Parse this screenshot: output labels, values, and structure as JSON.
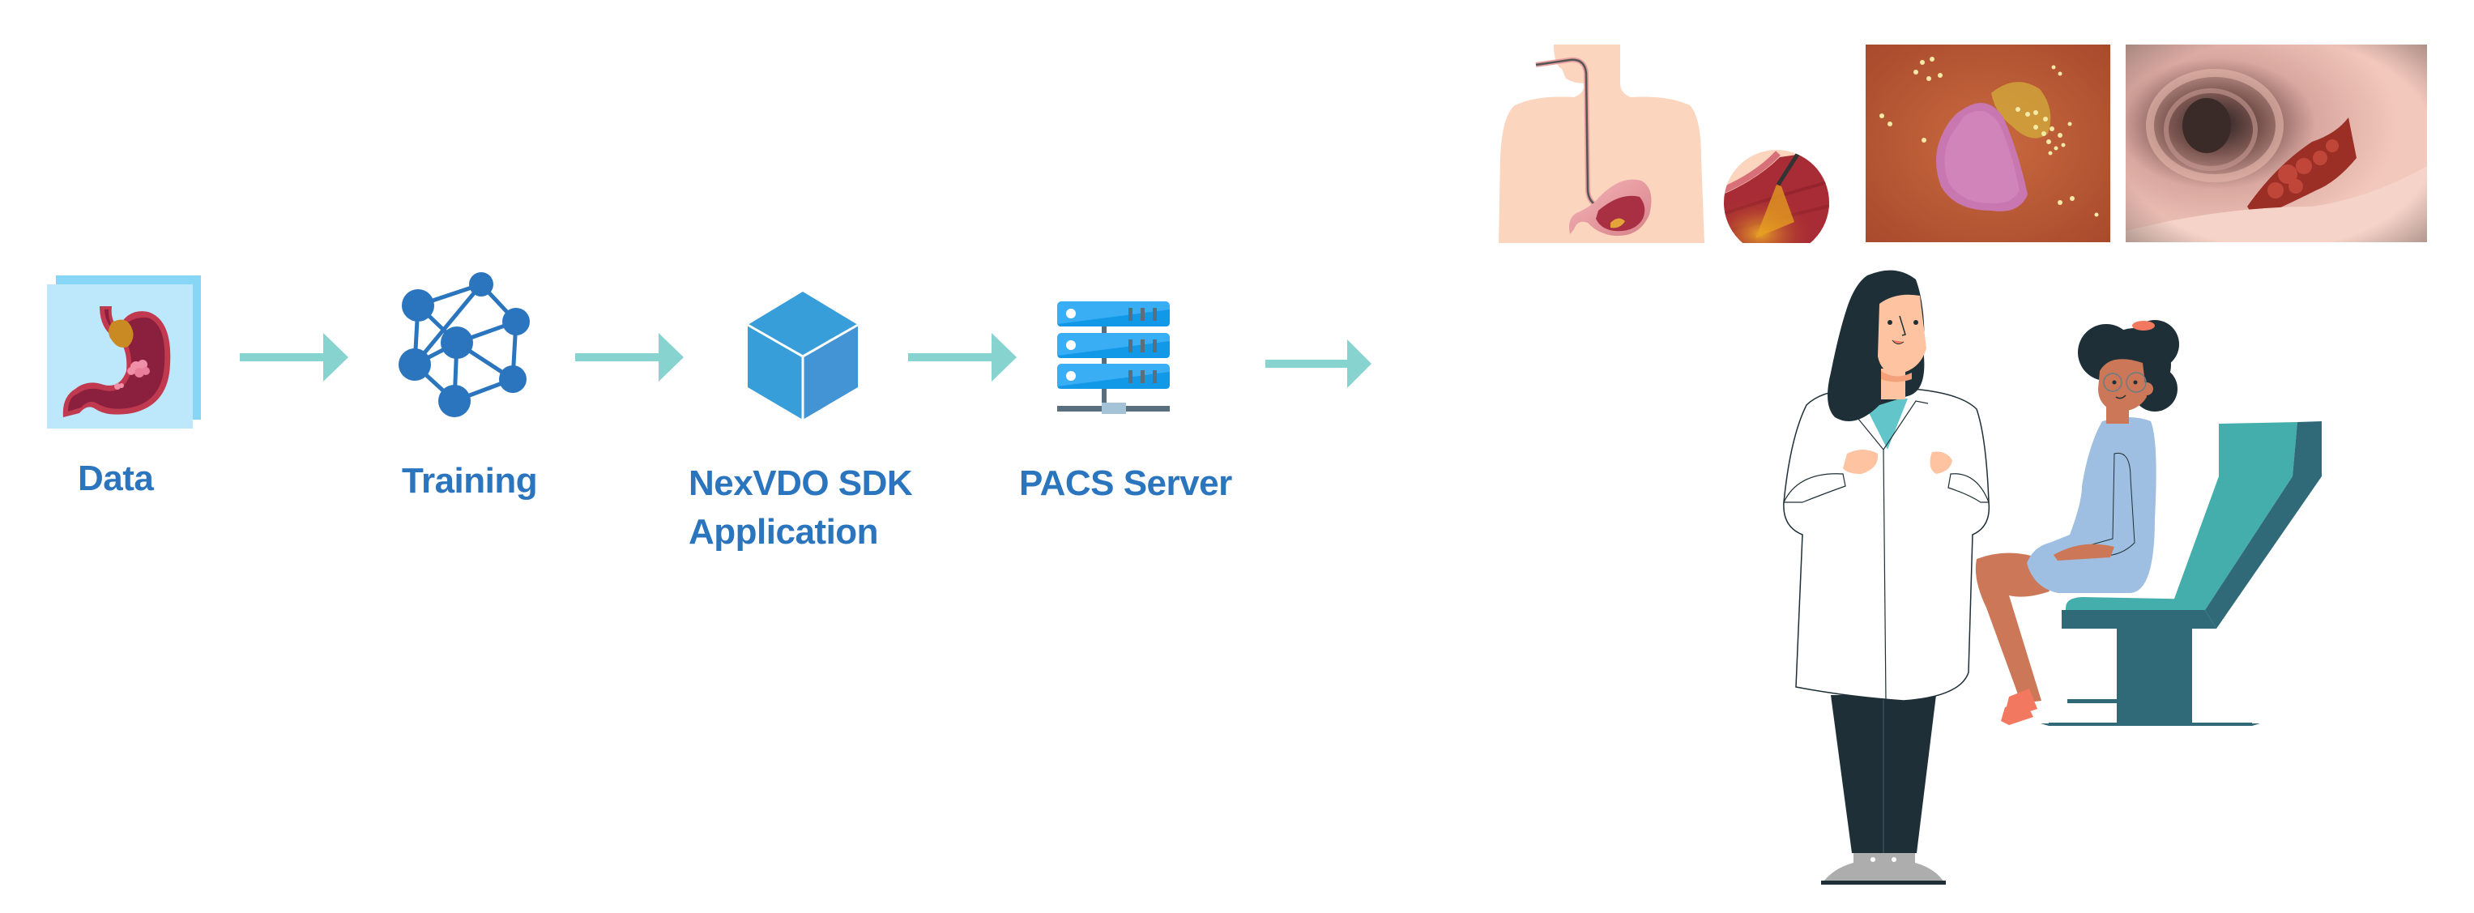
{
  "diagram": {
    "title": "Endoscopy AI deployment pipeline",
    "steps": [
      {
        "id": "data",
        "label": "Data",
        "icon": "stomach-icon"
      },
      {
        "id": "training",
        "label": "Training",
        "icon": "neural-network-icon"
      },
      {
        "id": "sdk",
        "label_line1": "NexVDO SDK",
        "label_line2": "Application",
        "icon": "cube-icon"
      },
      {
        "id": "pacs",
        "label": "PACS Server",
        "icon": "server-icon"
      }
    ],
    "arrows": [
      {
        "from": "data",
        "to": "training"
      },
      {
        "from": "training",
        "to": "sdk"
      },
      {
        "from": "sdk",
        "to": "pacs"
      },
      {
        "from": "pacs",
        "to": "clinic"
      }
    ],
    "clinic": {
      "images": [
        {
          "name": "upper-gi-endoscopy-diagram",
          "description": "Body silhouette with endoscope in stomach"
        },
        {
          "name": "endoscope-closeup",
          "description": "Circular closeup of endoscope tip in stomach"
        },
        {
          "name": "gastric-polyp-endoscopy",
          "description": "Endoscopic image of pink gastric lesion"
        },
        {
          "name": "colon-tumor-endoscopy",
          "description": "Endoscopic image of colon with tumor"
        }
      ],
      "illustration": "Doctor consulting a patient seated in examination chair"
    }
  },
  "colors": {
    "label": "#2a75be",
    "arrow": "#86d3d0",
    "network": "#2a75be",
    "cube_light": "#379ed9",
    "cube_dark": "#4394d5",
    "server": "#3aaef5",
    "chair": "#43aeab",
    "chair_dark": "#306a78"
  }
}
